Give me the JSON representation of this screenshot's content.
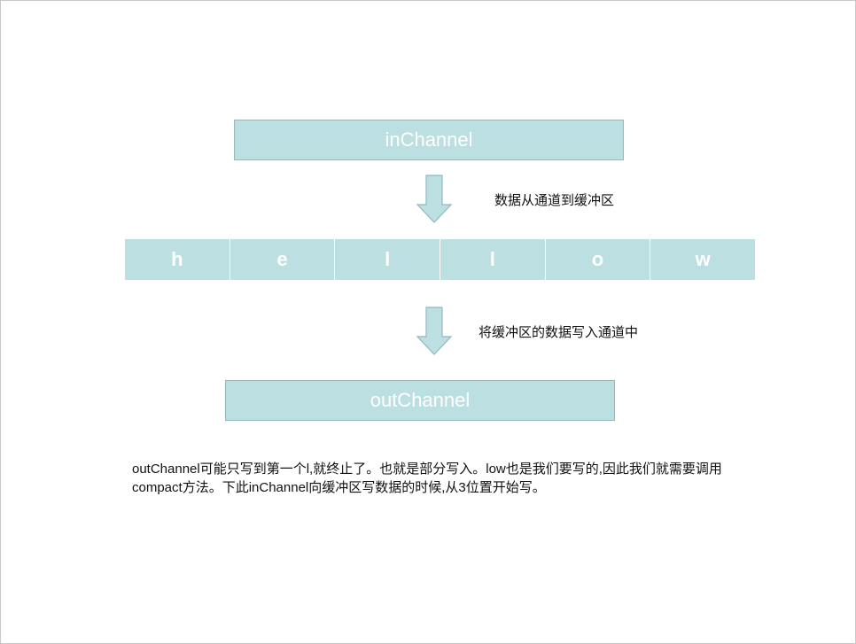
{
  "diagram": {
    "in_channel_label": "inChannel",
    "out_channel_label": "outChannel",
    "buffer_cells": [
      "h",
      "e",
      "l",
      "l",
      "o",
      "w"
    ],
    "step1_label": "数据从通道到缓冲区",
    "step2_label": "将缓冲区的数据写入通道中",
    "note_lines": [
      "outChannel可能只写到第一个l,就终止了。也就是部分写入。low也是我们要写的,因此我们就需要调用",
      "compact方法。下此inChannel向缓冲区写数据的时候,从3位置开始写。"
    ]
  },
  "colors": {
    "box_fill": "#bcdfe2",
    "box_border": "#93b7bb",
    "text_on_box": "#ffffff"
  }
}
